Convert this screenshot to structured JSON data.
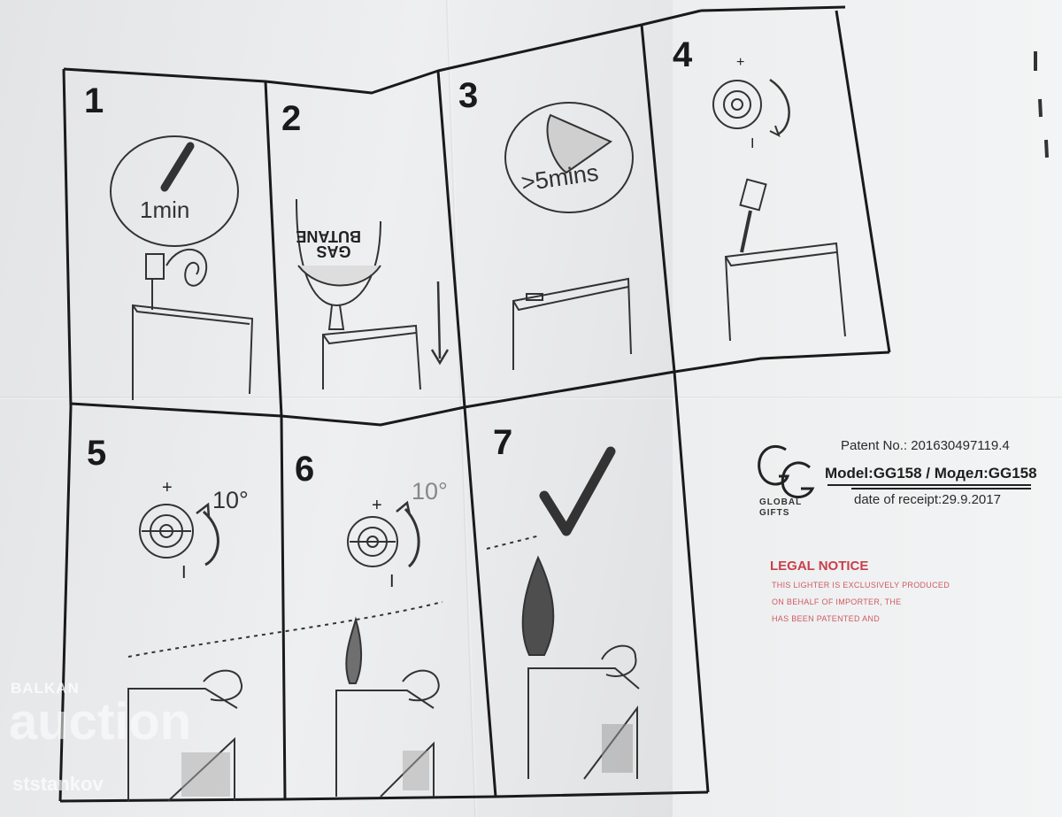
{
  "steps": [
    {
      "number": "1",
      "caption": "1min"
    },
    {
      "number": "2",
      "caption": "BUTANE GAS"
    },
    {
      "number": "3",
      "caption": ">5mins"
    },
    {
      "number": "4",
      "caption": ""
    },
    {
      "number": "5",
      "caption": "10°"
    },
    {
      "number": "6",
      "caption": "10°"
    },
    {
      "number": "7",
      "caption": ""
    }
  ],
  "gas": {
    "line1": "BUTANE",
    "line2": "GAS"
  },
  "signs": {
    "plus": "+",
    "minus": "I"
  },
  "info": {
    "patent": "Patent No.: 201630497119.4",
    "model": "Model:GG158 / Модел:GG158",
    "receipt": "date of receipt:29.9.2017",
    "brand_line1": "GLOBAL",
    "brand_line2": "GIFTS",
    "legal_title": "LEGAL NOTICE",
    "legal_lines": [
      "THIS LIGHTER IS EXCLUSIVELY PRODUCED",
      "ON BEHALF OF IMPORTER, THE",
      "HAS BEEN PATENTED AND"
    ]
  },
  "watermark": {
    "line1": "BALKAN",
    "line2": "auction",
    "line3": "ststankov"
  },
  "colors": {
    "ink": "#1a1a1a",
    "legal": "#c9404a",
    "paper": "#e8e9eb"
  }
}
